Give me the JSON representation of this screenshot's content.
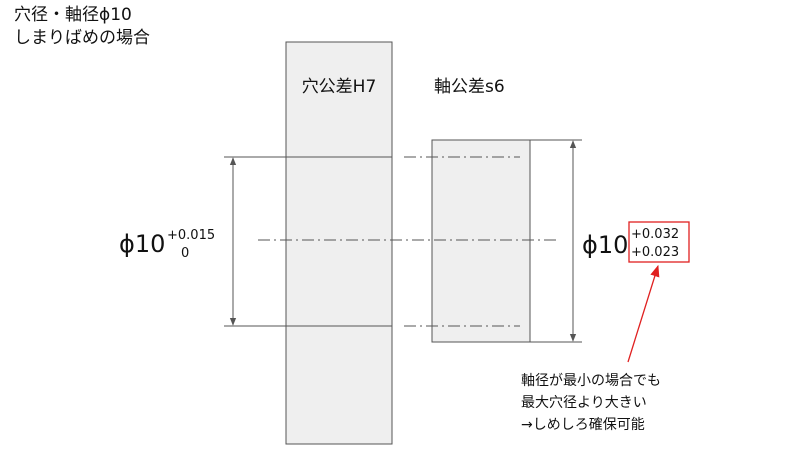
{
  "title": {
    "line1": "穴径・軸径ϕ10",
    "line2": "しまりばめの場合"
  },
  "hole_label": "穴公差H7",
  "shaft_label": "軸公差s6",
  "hole_dim": {
    "symbol_value": "ϕ10",
    "upper": "+0.015",
    "lower": "0"
  },
  "shaft_dim": {
    "symbol_value": "ϕ10",
    "upper": "+0.032",
    "lower": "+0.023"
  },
  "note": {
    "line1": "軸径が最小の場合でも",
    "line2": "最大穴径より大きい",
    "line3": "→しめしろ確保可能"
  },
  "colors": {
    "block_fill": "#efefef",
    "line": "#555555",
    "highlight": "#e02020"
  }
}
